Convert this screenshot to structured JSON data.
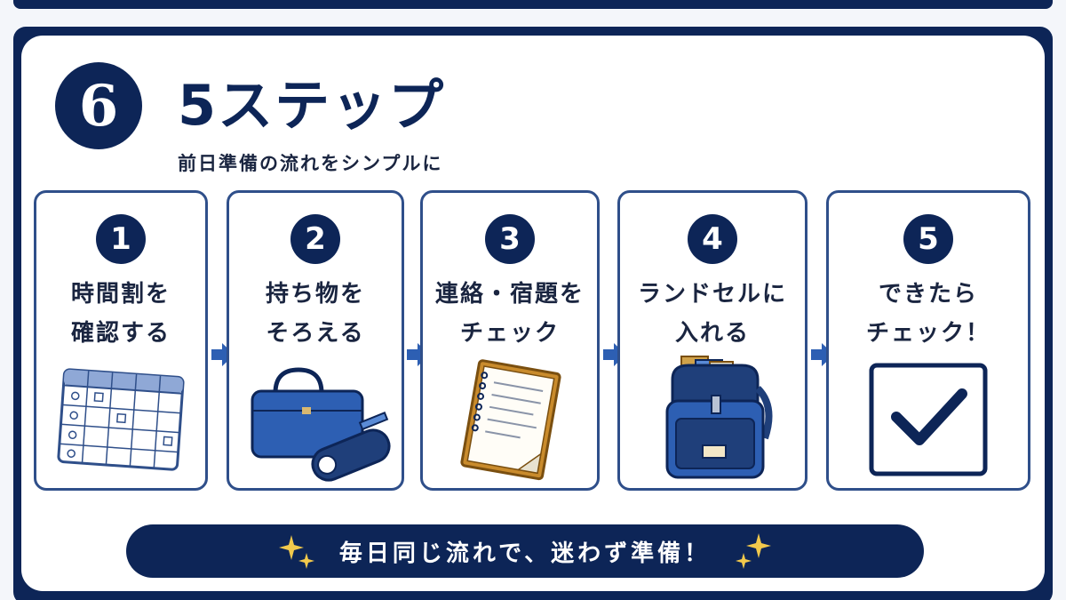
{
  "header": {
    "section_number": "6",
    "title": "5ステップ",
    "subtitle": "前日準備の流れをシンプルに"
  },
  "steps": [
    {
      "number": "1",
      "label": "時間割を\n確認する",
      "icon": "timetable-icon"
    },
    {
      "number": "2",
      "label": "持ち物を\nそろえる",
      "icon": "bag-and-pencil-case-icon"
    },
    {
      "number": "3",
      "label": "連絡・宿題を\nチェック",
      "icon": "notebook-icon"
    },
    {
      "number": "4",
      "label": "ランドセルに\n入れる",
      "icon": "randoseru-icon"
    },
    {
      "number": "5",
      "label": "できたら\nチェック！",
      "icon": "checkbox-icon"
    }
  ],
  "banner": {
    "text": "毎日同じ流れで、迷わず準備！"
  },
  "colors": {
    "navy": "#0d2557",
    "border_blue": "#2f4f8a",
    "arrow_blue": "#2d5fb3",
    "sparkle_gold": "#f2c94c"
  }
}
